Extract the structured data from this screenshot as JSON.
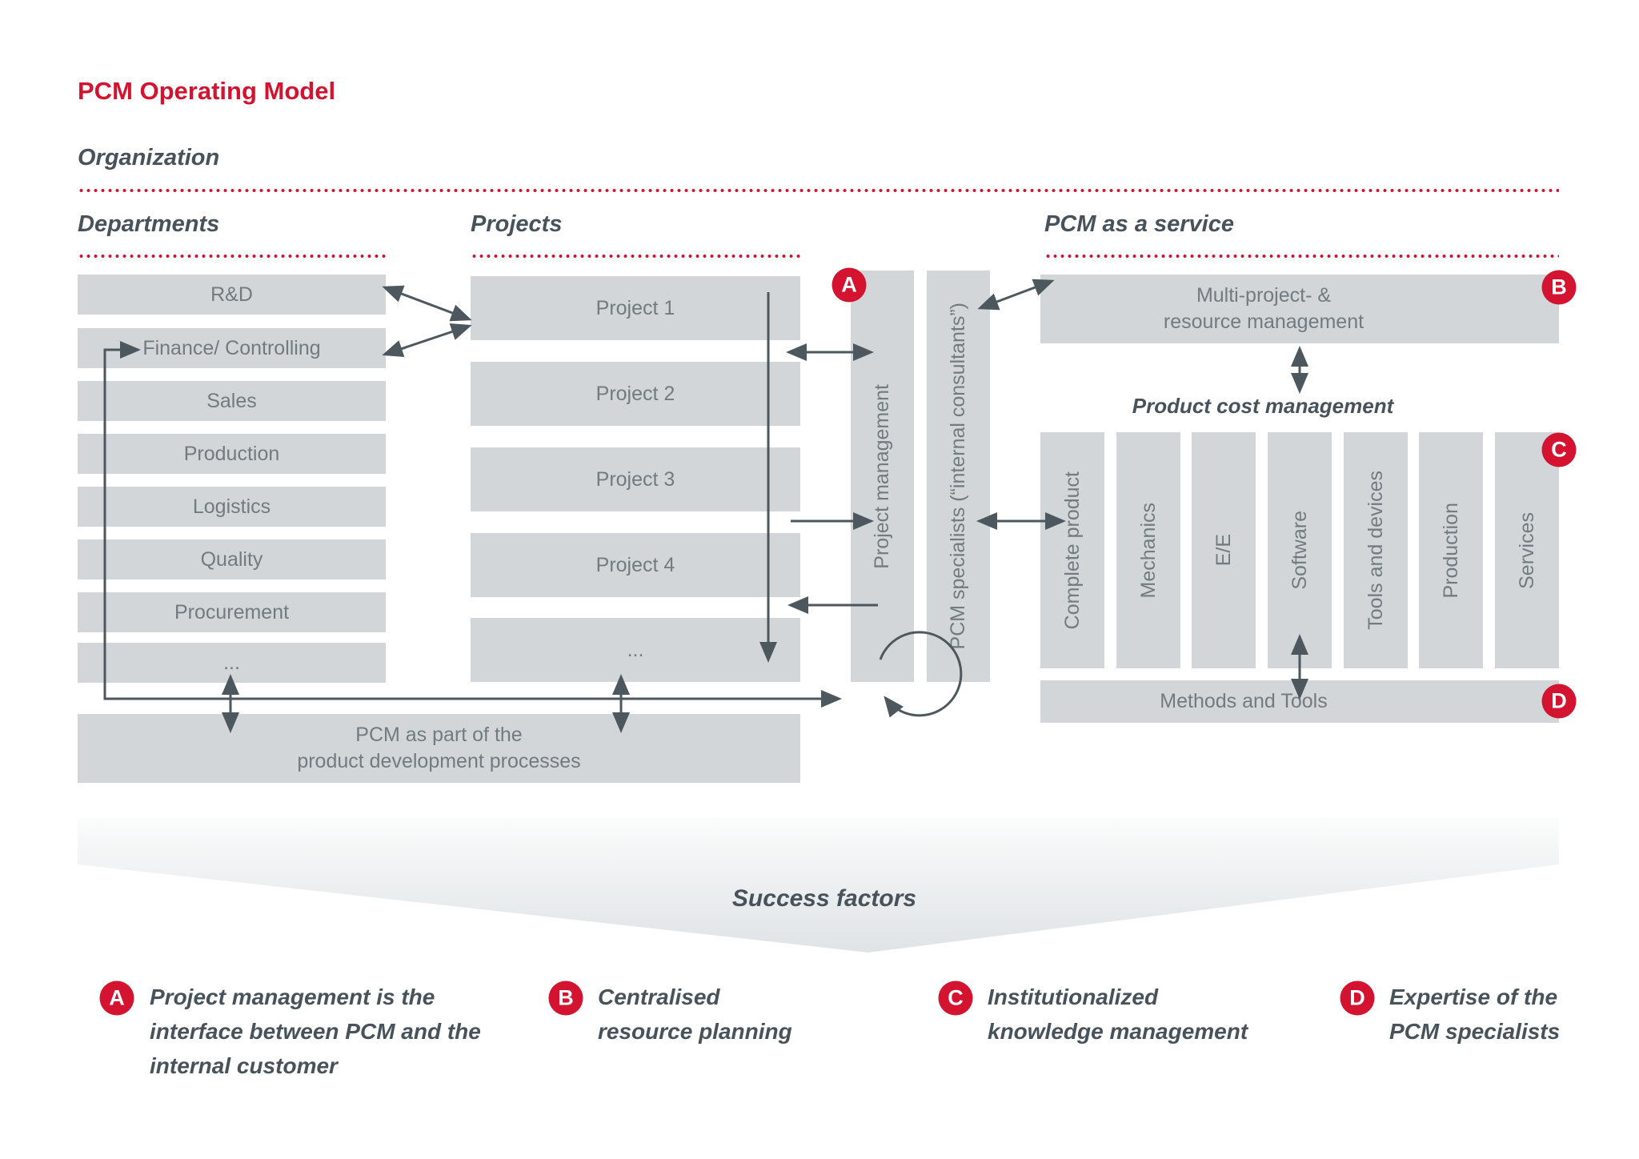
{
  "title": "PCM Operating Model",
  "sections": {
    "organization": "Organization",
    "departments": "Departments",
    "projects": "Projects",
    "service": "PCM as a service"
  },
  "departments": {
    "items": [
      "R&D",
      "Finance/ Controlling",
      "Sales",
      "Production",
      "Logistics",
      "Quality",
      "Procurement",
      "..."
    ]
  },
  "projects": {
    "items": [
      "Project 1",
      "Project 2",
      "Project 3",
      "Project 4",
      "..."
    ]
  },
  "middle": {
    "project_management": "Project management",
    "pcm_specialists": "PCM specialists (“internal consultants”)"
  },
  "service": {
    "multi_project_lines": [
      "Multi-project- &",
      "resource management"
    ],
    "pcm_heading": "Product cost management",
    "bars": [
      "Complete product",
      "Mechanics",
      "E/E",
      "Software",
      "Tools and devices",
      "Production",
      "Services"
    ],
    "methods": "Methods and Tools"
  },
  "process_box_lines": [
    "PCM as part of the",
    "product development processes"
  ],
  "success_label": "Success factors",
  "badges": {
    "a": "A",
    "b": "B",
    "c": "C",
    "d": "D"
  },
  "factors": [
    {
      "badge": "A",
      "lines": [
        "Project management is the",
        "interface between PCM and the",
        "internal customer"
      ]
    },
    {
      "badge": "B",
      "lines": [
        "Centralised",
        "resource planning"
      ]
    },
    {
      "badge": "C",
      "lines": [
        "Institutionalized",
        "knowledge management"
      ]
    },
    {
      "badge": "D",
      "lines": [
        "Expertise of the",
        "PCM specialists"
      ]
    }
  ],
  "colors": {
    "accent_red": "#d3132f",
    "box_gray": "#d2d6d9",
    "box_text": "#717b80",
    "heading_text": "#47525a",
    "arrow": "#4d585e"
  }
}
